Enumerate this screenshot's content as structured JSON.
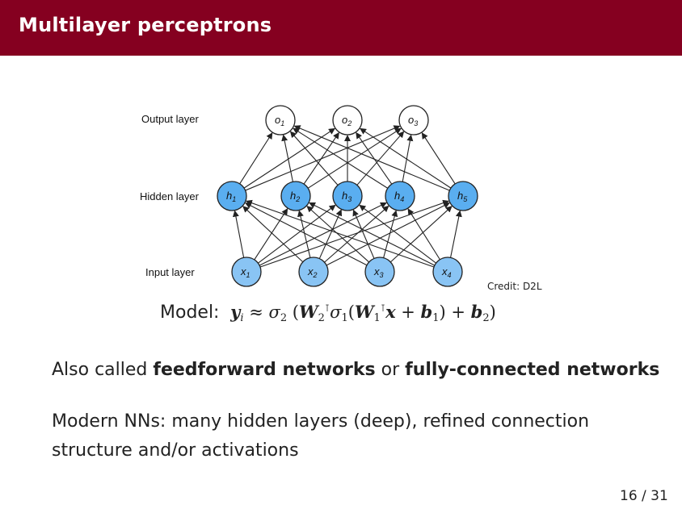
{
  "header": {
    "title": "Multilayer perceptrons"
  },
  "diagram": {
    "layer_labels": {
      "output": "Output layer",
      "hidden": "Hidden layer",
      "input": "Input layer"
    },
    "output_nodes": [
      {
        "base": "o",
        "sub": "1"
      },
      {
        "base": "o",
        "sub": "2"
      },
      {
        "base": "o",
        "sub": "3"
      }
    ],
    "hidden_nodes": [
      {
        "base": "h",
        "sub": "1"
      },
      {
        "base": "h",
        "sub": "2"
      },
      {
        "base": "h",
        "sub": "3"
      },
      {
        "base": "h",
        "sub": "4"
      },
      {
        "base": "h",
        "sub": "5"
      }
    ],
    "input_nodes": [
      {
        "base": "x",
        "sub": "1"
      },
      {
        "base": "x",
        "sub": "2"
      },
      {
        "base": "x",
        "sub": "3"
      },
      {
        "base": "x",
        "sub": "4"
      }
    ],
    "colors": {
      "output_fill": "#ffffff",
      "hidden_fill": "#5aaef0",
      "input_fill": "#89c4f4",
      "stroke": "#222222",
      "header_bg": "#850020"
    },
    "credit": "Credit: D2L"
  },
  "model": {
    "label": "Model:",
    "equation": "y_i ≈ σ_2(W_2^T σ_1(W_1^T x + b_1) + b_2)"
  },
  "text": {
    "line1_pre": "Also called ",
    "line1_bold1": "feedforward networks",
    "line1_mid": " or ",
    "line1_bold2": "fully-connected networks",
    "line2": "Modern NNs: many hidden layers (deep), refined connection structure and/or activations"
  },
  "page": {
    "number": "16 / 31"
  }
}
